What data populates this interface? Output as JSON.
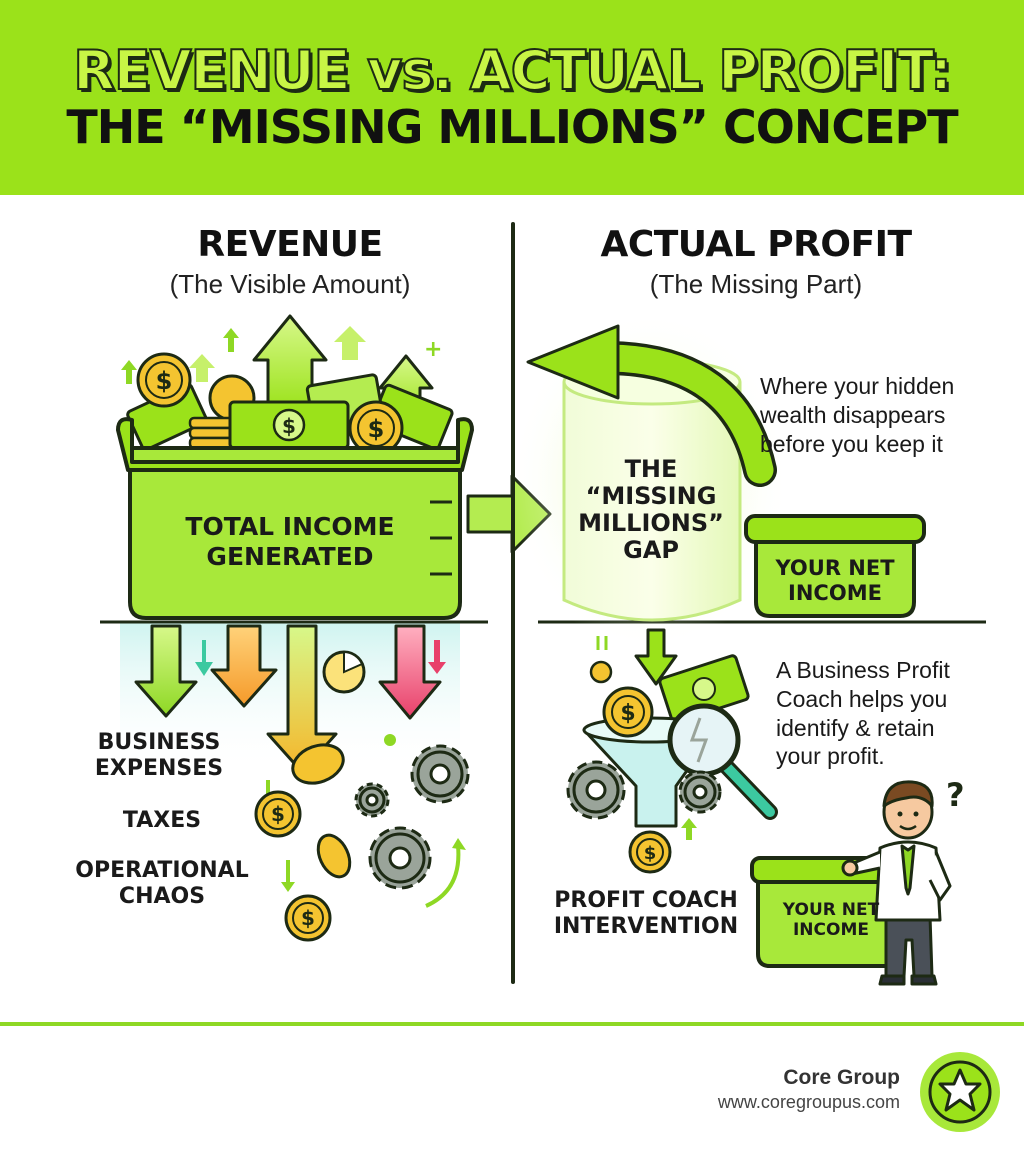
{
  "title": {
    "line1": "REVENUE vs. ACTUAL PROFIT:",
    "line2": "THE “MISSING MILLIONS” CONCEPT"
  },
  "revenue": {
    "heading": "REVENUE",
    "subheading": "(The Visible Amount)",
    "bucket_label_1": "TOTAL INCOME",
    "bucket_label_2": "GENERATED",
    "outflows": {
      "expenses_1": "BUSINESS",
      "expenses_2": "EXPENSES",
      "taxes": "TAXES",
      "chaos_1": "OPERATIONAL",
      "chaos_2": "CHAOS"
    }
  },
  "profit": {
    "heading": "ACTUAL PROFIT",
    "subheading": "(The Missing Part)",
    "gap_1": "THE",
    "gap_2": "“MISSING",
    "gap_3": "MILLIONS”",
    "gap_4": "GAP",
    "note_1": "Where your hidden",
    "note_2": "wealth disappears",
    "note_3": "before you keep it",
    "net_income_1": "YOUR NET",
    "net_income_2": "INCOME",
    "coach_note_1": "A Business Profit",
    "coach_note_2": "Coach helps you",
    "coach_note_3": "identify & retain",
    "coach_note_4": "your profit.",
    "intervention_1": "PROFIT COACH",
    "intervention_2": "INTERVENTION",
    "net_income_small_1": "YOUR NET",
    "net_income_small_2": "INCOME",
    "question_mark": "?"
  },
  "currency_symbol": "$",
  "brand": {
    "name": "Core Group",
    "url": "www.coregroupus.com"
  },
  "colors": {
    "brand_green": "#9be21a",
    "dark": "#1d2a14",
    "coin": "#f4c430",
    "expense_orange": "#f59a2a",
    "expense_red": "#e8406a"
  }
}
